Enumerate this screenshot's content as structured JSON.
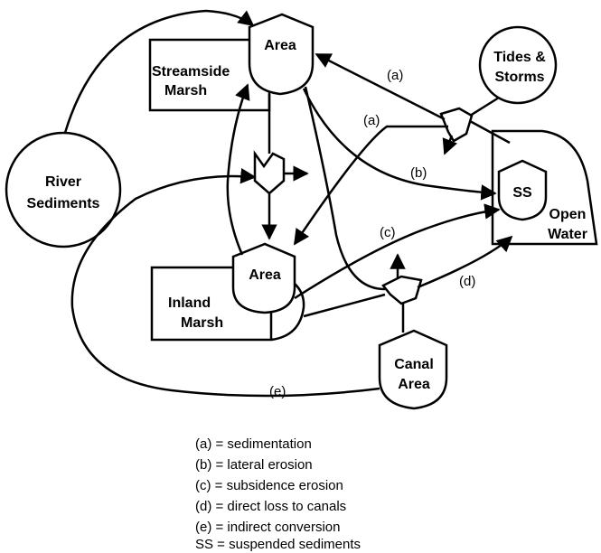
{
  "nodes": {
    "area_top": "Area",
    "streamside_l1": "Streamside",
    "streamside_l2": "Marsh",
    "tides_l1": "Tides &",
    "tides_l2": "Storms",
    "river_l1": "River",
    "river_l2": "Sediments",
    "ss": "SS",
    "open_l1": "Open",
    "open_l2": "Water",
    "area_inland": "Area",
    "inland_l1": "Inland",
    "inland_l2": "Marsh",
    "canal_l1": "Canal",
    "canal_l2": "Area"
  },
  "edges": {
    "a1": "(a)",
    "a2": "(a)",
    "b": "(b)",
    "c": "(c)",
    "d": "(d)",
    "e": "(e)"
  },
  "legend": [
    "(a)  = sedimentation",
    "(b) = lateral erosion",
    "(c) = subsidence erosion",
    "(d) = direct loss to canals",
    "(e) = indirect conversion",
    "SS = suspended sediments"
  ]
}
